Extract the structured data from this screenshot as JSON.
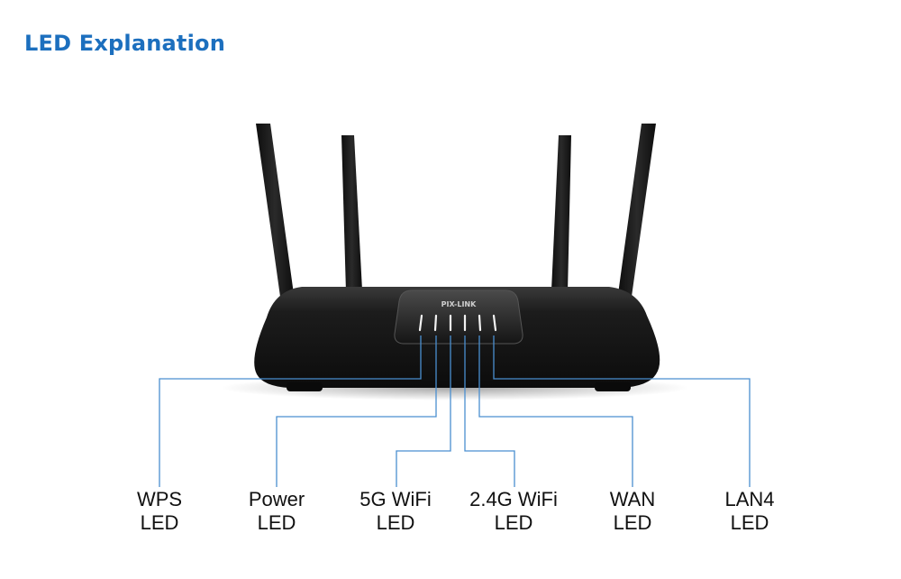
{
  "title": "LED Explanation",
  "brand": "PIX-LINK",
  "colors": {
    "title": "#1c6fbe",
    "leader_lines": "#4a8fd0",
    "router_body": "#141414",
    "led_strip": "#f2f2f2"
  },
  "leds": [
    {
      "name": "WPS",
      "suffix": "LED"
    },
    {
      "name": "Power",
      "suffix": "LED"
    },
    {
      "name": "5G WiFi",
      "suffix": "LED"
    },
    {
      "name": "2.4G WiFi",
      "suffix": "LED"
    },
    {
      "name": "WAN",
      "suffix": "LED"
    },
    {
      "name": "LAN4",
      "suffix": "LED"
    }
  ]
}
